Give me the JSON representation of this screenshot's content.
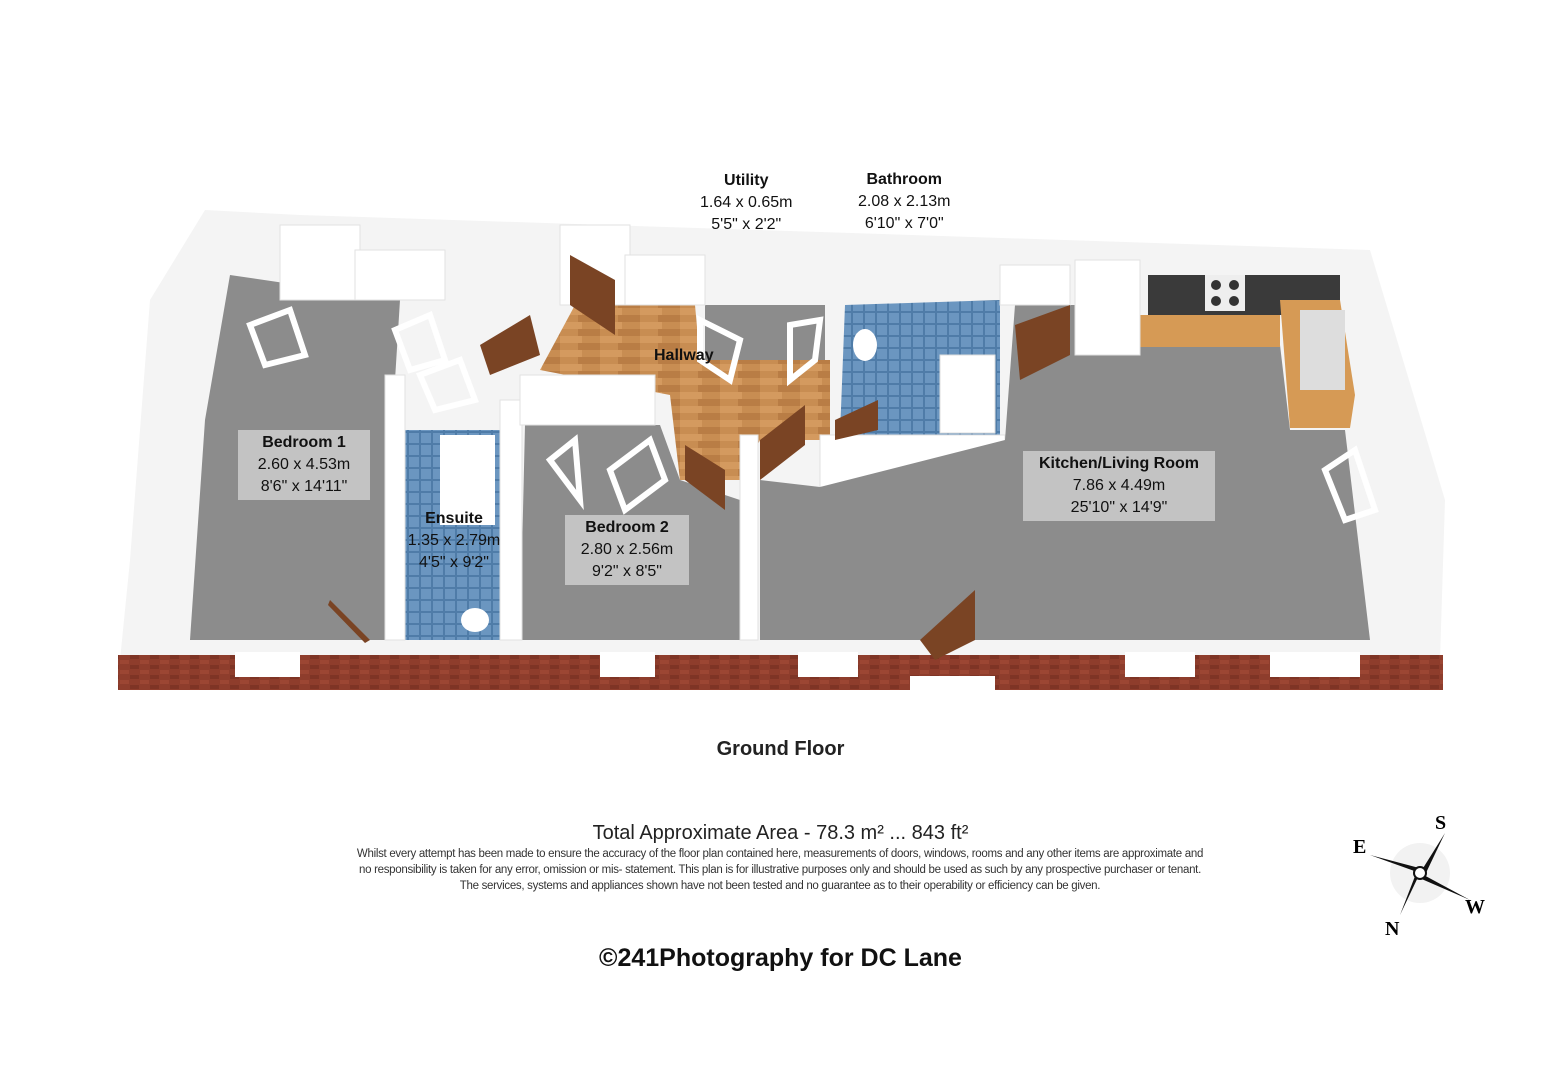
{
  "rooms": [
    {
      "name": "Bedroom 1",
      "metric": "2.60 x 4.53m",
      "imperial": "8'6\" x 14'11\""
    },
    {
      "name": "Ensuite",
      "metric": "1.35 x 2.79m",
      "imperial": "4'5\" x 9'2\""
    },
    {
      "name": "Bedroom 2",
      "metric": "2.80 x 2.56m",
      "imperial": "9'2\" x 8'5\""
    },
    {
      "name": "Hallway"
    },
    {
      "name": "Utility",
      "metric": "1.64 x 0.65m",
      "imperial": "5'5\" x 2'2\""
    },
    {
      "name": "Bathroom",
      "metric": "2.08 x 2.13m",
      "imperial": "6'10\" x 7'0\""
    },
    {
      "name": "Kitchen/Living Room",
      "metric": "7.86 x 4.49m",
      "imperial": "25'10\" x 14'9\""
    }
  ],
  "floor_title": "Ground Floor",
  "total_area": "Total Approximate Area - 78.3 m² ... 843 ft²",
  "disclaimer": [
    "Whilst every attempt has been made to ensure the accuracy of the floor plan contained here, measurements of doors, windows, rooms and any other items are approximate and",
    "no responsibility is taken for any error, omission or mis- statement.  This plan is for illustrative purposes only and should be used as such by any prospective purchaser or tenant.",
    "The services, systems and appliances shown have not been tested and no guarantee as to their operability or efficiency can be given."
  ],
  "credit": "©241Photography for DC Lane",
  "compass": {
    "n": "N",
    "s": "S",
    "e": "E",
    "w": "W"
  },
  "colors": {
    "floor": "#8c8c8c",
    "wall": "#ffffff",
    "brick": "#8a3b2c",
    "wood": "#c58a4e",
    "tile": "#5d88b4",
    "door": "#7a4424",
    "counter": "#d69a55",
    "worktop": "#333333"
  }
}
